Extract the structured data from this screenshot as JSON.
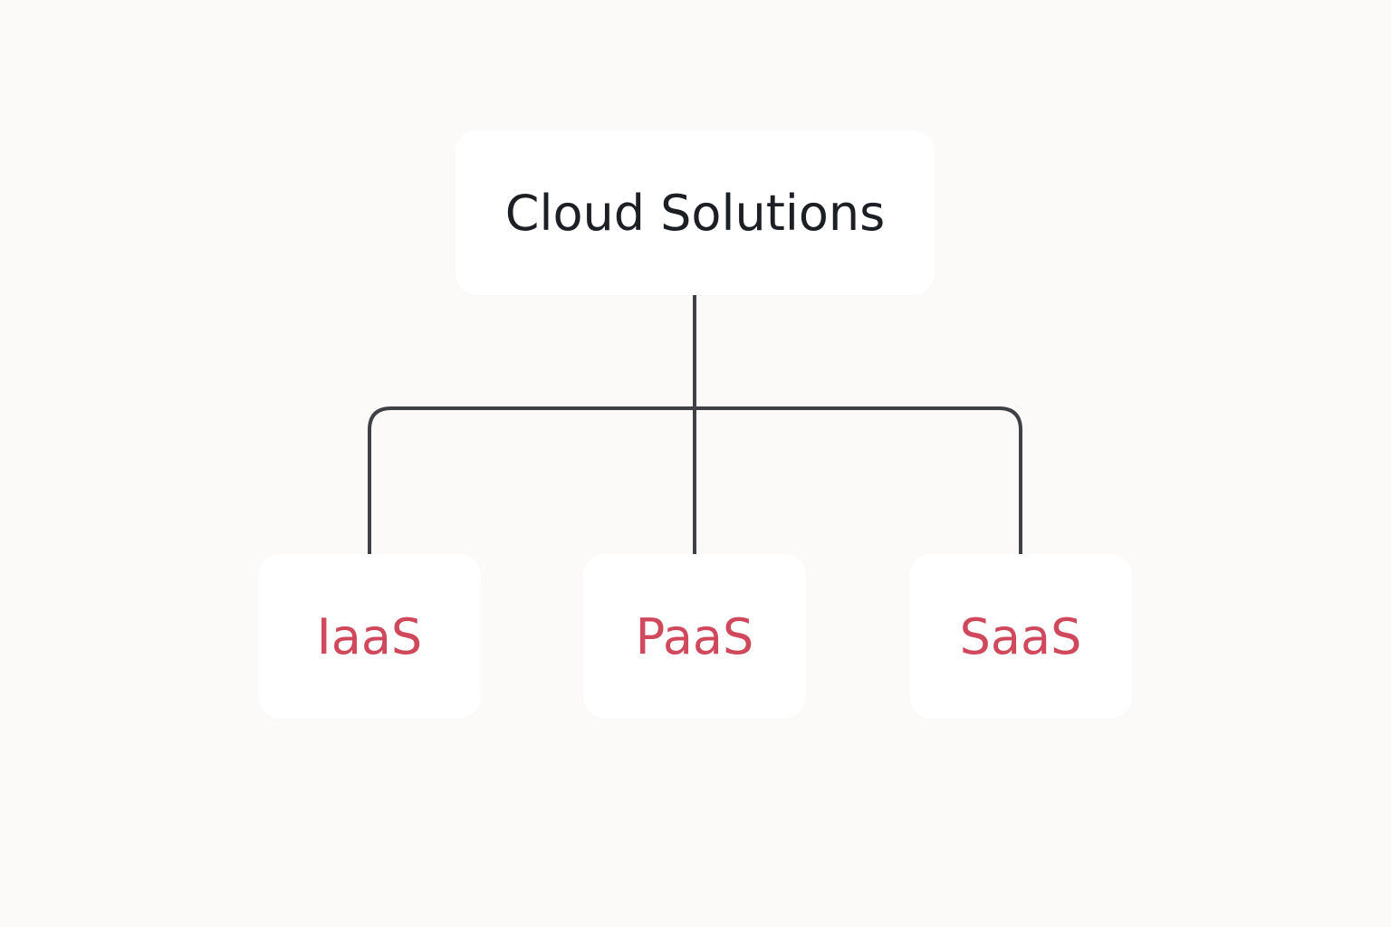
{
  "diagram": {
    "root": {
      "label": "Cloud Solutions"
    },
    "children": [
      {
        "label": "IaaS"
      },
      {
        "label": "PaaS"
      },
      {
        "label": "SaaS"
      }
    ],
    "colors": {
      "background": "#fbfaf9",
      "node_fill": "#ffffff",
      "root_text": "#1c1f24",
      "child_text": "#d0485b",
      "connector": "#3f4146"
    }
  }
}
